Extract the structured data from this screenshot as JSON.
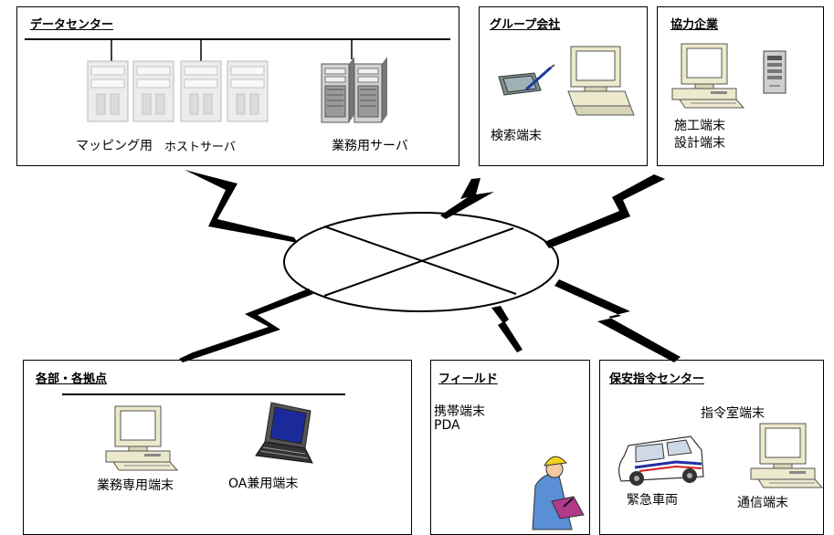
{
  "data_center": {
    "title": "データセンター",
    "mapping_label": "マッピング用",
    "host_label": "ホストサーバ",
    "business_server_label": "業務用サーバ"
  },
  "group_company": {
    "title": "グループ会社",
    "search_terminal_label": "検索端末"
  },
  "partner": {
    "title": "協力企業",
    "construction_terminal_label": "施工端末",
    "design_terminal_label": "設計端末"
  },
  "branches": {
    "title": "各部・各拠点",
    "business_terminal_label": "業務専用端末",
    "oa_terminal_label": "OA兼用端末"
  },
  "field": {
    "title": "フィールド",
    "mobile_terminal_label": "携帯端末",
    "pda_label": "PDA"
  },
  "dispatch_center": {
    "title": "保安指令センター",
    "command_room_terminal_label": "指令室端末",
    "emergency_vehicle_label": "緊急車両",
    "communication_terminal_label": "通信端末"
  },
  "colors": {
    "line": "#000000",
    "server_light": "#eeeeee",
    "server_dark": "#8a8a8a",
    "monitor": "#ece9cc",
    "screen_blue": "#1b2a9a",
    "helmet": "#f4d21c",
    "worker_blue": "#5a8fd6"
  }
}
